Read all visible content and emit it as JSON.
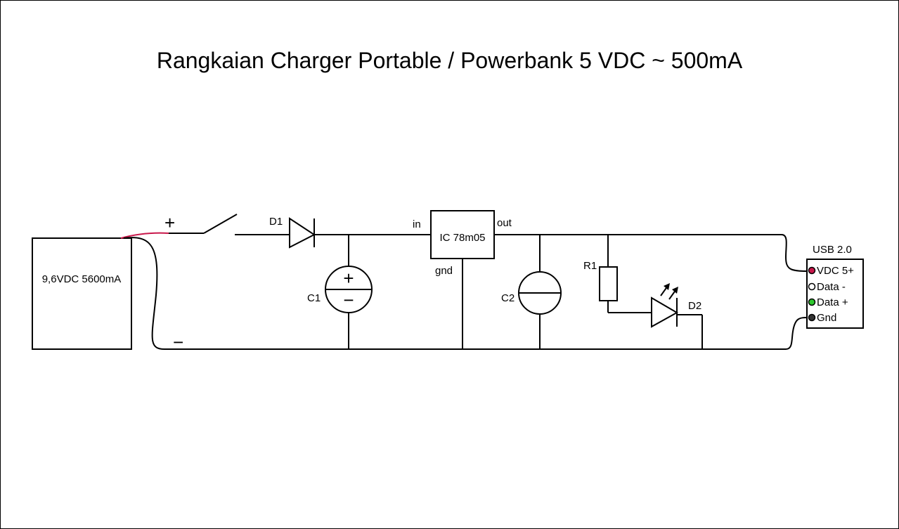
{
  "title": "Rangkaian Charger Portable / Powerbank 5 VDC ~ 500mA",
  "battery": {
    "label": "9,6VDC 5600mA"
  },
  "terminals": {
    "plus": "+",
    "minus": "−"
  },
  "components": {
    "d1": "D1",
    "c1": "C1",
    "c2": "C2",
    "r1": "R1",
    "d2": "D2",
    "c1_plus": "+",
    "c1_minus": "−"
  },
  "regulator": {
    "label": "IC 78m05",
    "pin_in": "in",
    "pin_out": "out",
    "pin_gnd": "gnd"
  },
  "usb": {
    "title": "USB 2.0",
    "pins": [
      {
        "label": "VDC 5+",
        "color": "#c8174a"
      },
      {
        "label": "Data -",
        "color": "#ffffff"
      },
      {
        "label": "Data +",
        "color": "#2ec82e"
      },
      {
        "label": "Gnd",
        "color": "#333333"
      }
    ]
  },
  "colors": {
    "wire": "#000000",
    "positive_lead": "#c8174a"
  }
}
